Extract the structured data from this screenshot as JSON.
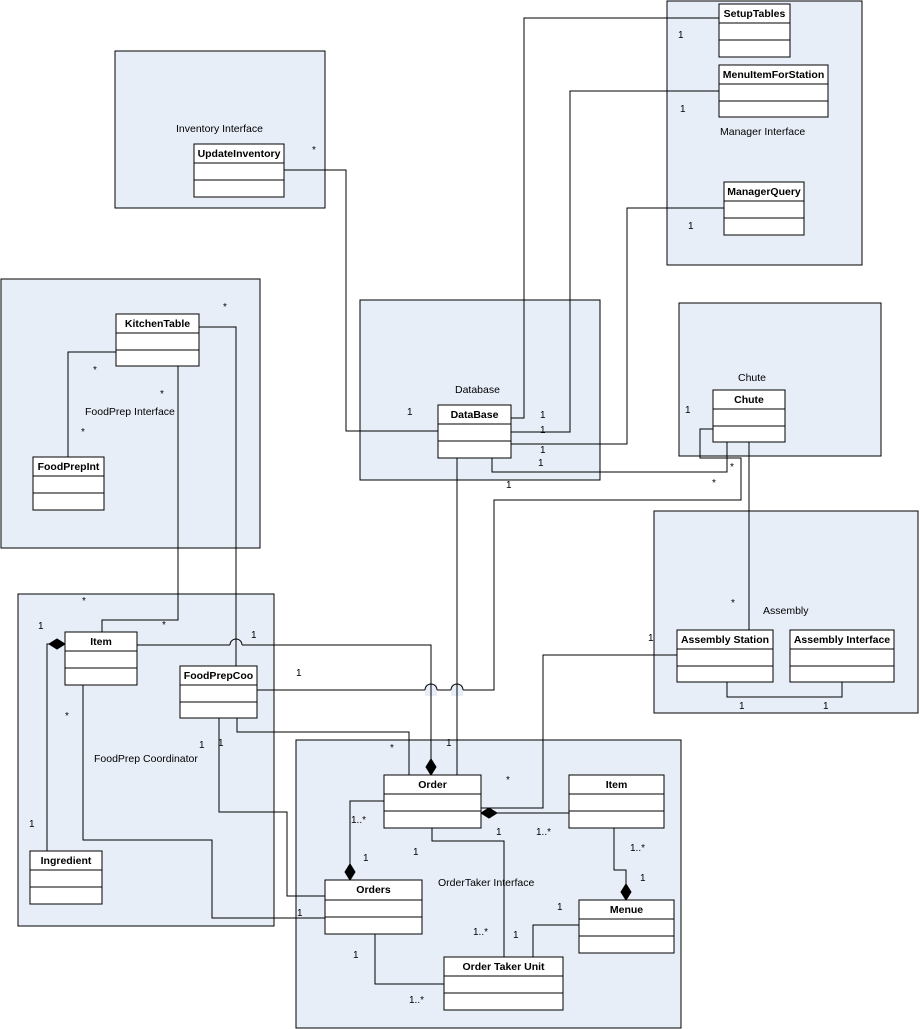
{
  "packages": {
    "inventory": "Inventory Interface",
    "manager": "Manager Interface",
    "foodprep": "FoodPrep Interface",
    "database": "Database",
    "chute": "Chute",
    "assembly": "Assembly",
    "coordinator": "FoodPrep Coordinator",
    "ordertaker": "OrderTaker Interface"
  },
  "classes": {
    "setupTables": "SetupTables",
    "menuItemForStation": "MenuItemForStation",
    "managerQuery": "ManagerQuery",
    "updateInventory": "UpdateInventory",
    "kitchenTable": "KitchenTable",
    "foodPrepInt": "FoodPrepInt",
    "dataBase": "DataBase",
    "chute": "Chute",
    "assemblyStation": "Assembly Station",
    "assemblyInterface": "Assembly Interface",
    "item1": "Item",
    "foodPrepCoo": "FoodPrepCoo",
    "ingredient": "Ingredient",
    "order": "Order",
    "item2": "Item",
    "orders": "Orders",
    "menue": "Menue",
    "orderTakerUnit": "Order Taker Unit"
  },
  "multiplicities": {
    "m1": "1",
    "m2": "1",
    "m3": "*",
    "m4": "1",
    "m5": "*",
    "m6": "*",
    "m7": "*",
    "m8": "*",
    "m9": "1",
    "m10": "1",
    "m11": "1",
    "m12": "1",
    "m13": "1",
    "m14": "1",
    "m15": "*",
    "m16": "*",
    "m17": "*",
    "m18": "*",
    "m19": "1",
    "m20": "1",
    "m21": "1",
    "m22": "1",
    "m23": "*",
    "m24": "1",
    "m25": "1",
    "m26": "1",
    "m27": "*",
    "m28": "1",
    "m29": "1",
    "m30": "*",
    "m31": "*",
    "m32": "1..*",
    "m33": "1",
    "m34": "1",
    "m35": "1..*",
    "m36": "1..*",
    "m37": "1",
    "m38": "1",
    "m39": "1",
    "m40": "1",
    "m41": "1..*",
    "m42": "1",
    "m43": "1",
    "m44": "1..*",
    "m45": "1",
    "m46": "1"
  }
}
